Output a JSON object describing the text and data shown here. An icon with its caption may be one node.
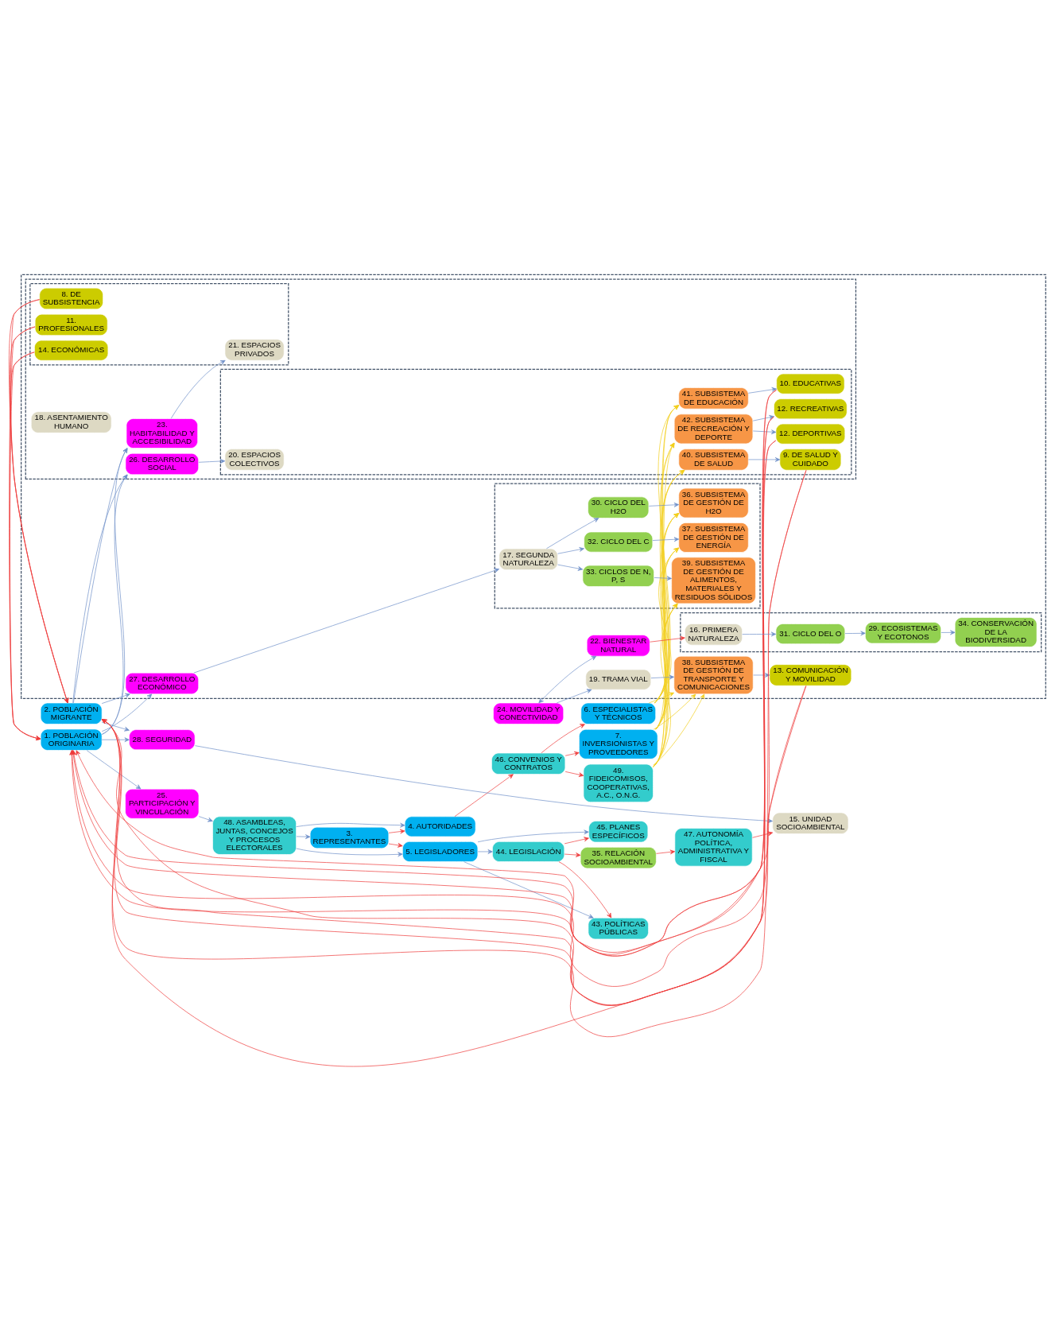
{
  "diagram": {
    "nodes": [
      {
        "text": [
          "1. POBLACIÓN ORIGINARIA"
        ]
      },
      {
        "text": [
          "2. POBLACIÓN MIGRANTE"
        ]
      },
      {
        "text": [
          "3. REPRESENTANTES"
        ]
      },
      {
        "text": [
          "4. AUTORIDADES"
        ]
      },
      {
        "text": [
          "5. LEGISLADORES"
        ]
      },
      {
        "text": [
          "6. ESPECIALISTAS Y TÉCNICOS"
        ]
      },
      {
        "text": [
          "7. INVERSIONISTAS Y PROVEEDORES"
        ]
      },
      {
        "text": [
          "46. CONVENIOS Y CONTRATOS"
        ]
      },
      {
        "text": [
          "49. FIDEICOMISOS, COOPERATIVAS, A.C., O.N.G."
        ]
      },
      {
        "text": [
          "48. ASAMBLEAS, JUNTAS, CONCEJOS Y PROCESOS ELECTORALES"
        ]
      },
      {
        "text": [
          "25. PARTICIPACIÓN Y VINCULACIÓN"
        ]
      },
      {
        "text": [
          "44. LEGISLACIÓN"
        ]
      },
      {
        "text": [
          "43. POLÍTICAS PÚBLICAS"
        ]
      },
      {
        "text": [
          "45. PLANES ESPECÍFICOS"
        ]
      },
      {
        "text": [
          "35. RELACIÓN SOCIOAMBIENTAL"
        ]
      },
      {
        "text": [
          "47. AUTONOMÍA POLÍTICA, ADMINISTRATIVA Y FISCAL"
        ]
      },
      {
        "text": [
          "28. SEGURIDAD"
        ]
      },
      {
        "text": [
          "15. UNIDAD SOCIOAMBIENTAL"
        ]
      },
      {
        "text": [
          "24. MOVILIDAD Y CONECTIVIDAD"
        ]
      },
      {
        "text": [],
        "shape": "box"
      },
      {
        "text": [
          "38. SUBSISTEMA DE GESTIÓN DE TRANSPORTE Y COMUNICACIONES"
        ],
        "in": 19
      },
      {
        "text": [
          "13. COMUNICACIÓN Y MOVILIDAD"
        ],
        "in": 19
      },
      {
        "text": [],
        "shape": "box",
        "in": 19
      },
      {
        "text": [
          "26. DESARROLLO SOCIAL"
        ],
        "in": 22
      },
      {
        "text": [
          "23. HABITABILIDAD Y ACCESIBILIDAD"
        ],
        "in": 22
      },
      {
        "text": [],
        "shape": "box",
        "in": 22
      },
      {
        "text": [
          "42. SUBSISTEMA DE RECREACIÓN Y DEPORTE"
        ],
        "in": 25
      },
      {
        "text": [
          "12. DEPORTIVAS"
        ],
        "in": 25
      },
      {
        "text": [
          "12. RECREATIVAS"
        ],
        "in": 25
      },
      {
        "text": [
          "40. SUBSISTEMA DE SALUD"
        ],
        "in": 25
      },
      {
        "text": [
          "9. DE SALUD Y CUIDADO"
        ],
        "in": 25
      },
      {
        "text": [
          "41. SUBSISTEMA DE EDUCACIÓN"
        ],
        "in": 25
      },
      {
        "text": [
          "10. EDUCATIVAS"
        ],
        "in": 25
      },
      {
        "text": [],
        "shape": "box",
        "in": 22
      },
      {
        "text": [
          "8. DE SUBSISTENCIA"
        ],
        "in": 33
      },
      {
        "text": [
          "11. PROFESIONALES"
        ],
        "in": 33
      },
      {
        "text": [
          "14. ECONÓMICAS"
        ],
        "in": 33
      },
      {
        "text": [
          "27. DESARROLLO ECONÓMICO"
        ],
        "in": 19
      },
      {
        "text": [],
        "shape": "box",
        "in": 19
      },
      {
        "text": [
          "33. CICLOS DE N, P, S"
        ],
        "in": 38
      },
      {
        "text": [
          "39. SUBSISTEMA DE GESTIÓN DE ALIMENTOS, MATERIALES Y RESIDUOS SÓLIDOS"
        ],
        "in": 38
      },
      {
        "text": [
          "32. CICLO DEL C"
        ],
        "in": 38
      },
      {
        "text": [
          "37. SUBSISTEMA DE GESTIÓN DE ENERGÍA"
        ],
        "in": 38
      },
      {
        "text": [
          "30. CICLO DEL H2O"
        ],
        "in": 38
      },
      {
        "text": [
          "36. SUBSISTEMA DE GESTIÓN DE H2O"
        ],
        "in": 38
      },
      {
        "text": [
          "22. BIENESTAR NATURAL"
        ],
        "in": 19
      },
      {
        "text": [],
        "shape": "box",
        "in": 19
      },
      {
        "text": [
          "31. CICLO DEL O"
        ],
        "in": 46
      },
      {
        "text": [
          "29. ECOSISTEMAS Y ECOTONOS"
        ],
        "in": 46
      },
      {
        "text": [
          "34. CONSERVACIÓN DE LA BIODIVERSIDAD"
        ],
        "in": 46
      },
      {
        "text": [
          "19. TRAMA VIAL"
        ],
        "in": 19
      },
      {
        "text": [
          "18. ASENTAMIENTO HUMANO"
        ],
        "in": 22
      },
      {
        "text": [
          "20. ESPACIOS COLECTIVOS"
        ],
        "in": 25
      },
      {
        "text": [
          "21. ESPACIOS PRIVADOS"
        ],
        "in": 33
      },
      {
        "text": [
          "17. SEGUNDA NATURALEZA"
        ],
        "in": 38
      },
      {
        "text": [
          "16. PRIMERA NATURALEZA"
        ],
        "in": 46
      }
    ],
    "edges": [
      {
        "from": 0,
        "to": 10,
        "arrow": "to"
      },
      {
        "from": 10,
        "to": 9,
        "arrow": "to"
      },
      {
        "from": 9,
        "to": 2,
        "arrow": "to"
      },
      {
        "from": 9,
        "to": 3,
        "arrow": "to"
      },
      {
        "from": 9,
        "to": 4,
        "arrow": "to"
      },
      {
        "from": 2,
        "to": 3,
        "arrow": "to",
        "color": "#ee3b3b"
      },
      {
        "from": 2,
        "to": 4,
        "arrow": "to",
        "color": "#ee3b3b"
      },
      {
        "from": 3,
        "to": 7,
        "arrow": "to",
        "color": "#ee3b3b"
      },
      {
        "from": 7,
        "to": 8,
        "arrow": "to",
        "color": "#ee3b3b"
      },
      {
        "from": 7,
        "to": 5,
        "arrow": "to",
        "color": "#ee3b3b"
      },
      {
        "from": 7,
        "to": 6,
        "arrow": "to",
        "color": "#ee3b3b"
      },
      {
        "from": 4,
        "to": 11,
        "arrow": "to"
      },
      {
        "from": 4,
        "to": 12,
        "arrow": "to"
      },
      {
        "from": 4,
        "to": 13,
        "arrow": "to"
      },
      {
        "from": 11,
        "to": 12,
        "arrow": "to",
        "color": "#ee3b3b"
      },
      {
        "from": 11,
        "to": 13,
        "arrow": "to",
        "color": "#ee3b3b"
      },
      {
        "from": 11,
        "to": 14,
        "arrow": "to",
        "color": "#ee3b3b"
      },
      {
        "from": 14,
        "to": 15,
        "arrow": "to",
        "color": "#ee3b3b"
      },
      {
        "from": 15,
        "to": 17,
        "arrow": "to",
        "color": "#ee3b3b"
      },
      {
        "from": 0,
        "to": 37,
        "arrow": "to"
      },
      {
        "from": 0,
        "to": 24,
        "arrow": "to"
      },
      {
        "from": 0,
        "to": 23,
        "arrow": "to"
      },
      {
        "from": 0,
        "to": 16,
        "arrow": "to"
      },
      {
        "from": 1,
        "to": 37,
        "arrow": "to"
      },
      {
        "from": 1,
        "to": 24,
        "arrow": "to"
      },
      {
        "from": 1,
        "to": 23,
        "arrow": "to"
      },
      {
        "from": 1,
        "to": 16,
        "arrow": "to"
      },
      {
        "from": 16,
        "to": 17,
        "arrow": "to"
      },
      {
        "from": 18,
        "to": 45,
        "arrow": "both"
      },
      {
        "from": 18,
        "to": 50,
        "arrow": "to"
      },
      {
        "from": 50,
        "to": 20,
        "arrow": "to"
      },
      {
        "from": 20,
        "to": 21,
        "arrow": "to"
      },
      {
        "from": 23,
        "to": 52,
        "arrow": "to"
      },
      {
        "from": 24,
        "to": 53,
        "arrow": "to"
      },
      {
        "from": 26,
        "to": 27,
        "arrow": "to"
      },
      {
        "from": 26,
        "to": 28,
        "arrow": "to"
      },
      {
        "from": 29,
        "to": 30,
        "arrow": "to"
      },
      {
        "from": 31,
        "to": 32,
        "arrow": "to"
      },
      {
        "from": 37,
        "to": 54,
        "arrow": "to"
      },
      {
        "from": 54,
        "to": 39,
        "arrow": "to"
      },
      {
        "from": 54,
        "to": 41,
        "arrow": "to"
      },
      {
        "from": 54,
        "to": 43,
        "arrow": "to"
      },
      {
        "from": 39,
        "to": 40,
        "arrow": "to"
      },
      {
        "from": 41,
        "to": 42,
        "arrow": "to"
      },
      {
        "from": 43,
        "to": 44,
        "arrow": "to"
      },
      {
        "from": 45,
        "to": 55,
        "arrow": "to",
        "color": "#ee3b3b"
      },
      {
        "from": 55,
        "to": 47,
        "arrow": "to"
      },
      {
        "from": 47,
        "to": 48,
        "arrow": "to"
      },
      {
        "from": 48,
        "to": 49,
        "arrow": "to"
      },
      {
        "from": 27,
        "to": 0,
        "arrow": "to",
        "color": "#ee3b3b"
      },
      {
        "from": 27,
        "to": 1,
        "arrow": "to",
        "color": "#ee3b3b"
      },
      {
        "from": 28,
        "to": 0,
        "arrow": "to",
        "color": "#ee3b3b"
      },
      {
        "from": 28,
        "to": 1,
        "arrow": "to",
        "color": "#ee3b3b"
      },
      {
        "from": 30,
        "to": 0,
        "arrow": "to",
        "color": "#ee3b3b"
      },
      {
        "from": 30,
        "to": 1,
        "arrow": "to",
        "color": "#ee3b3b"
      },
      {
        "from": 32,
        "to": 0,
        "arrow": "to",
        "color": "#ee3b3b"
      },
      {
        "from": 32,
        "to": 1,
        "arrow": "to",
        "color": "#ee3b3b"
      },
      {
        "from": 34,
        "to": 0,
        "arrow": "to",
        "color": "#ee3b3b"
      },
      {
        "from": 34,
        "to": 1,
        "arrow": "to",
        "color": "#ee3b3b"
      },
      {
        "from": 35,
        "to": 0,
        "arrow": "to",
        "color": "#ee3b3b"
      },
      {
        "from": 35,
        "to": 1,
        "arrow": "to",
        "color": "#ee3b3b"
      },
      {
        "from": 36,
        "to": 0,
        "arrow": "to",
        "color": "#ee3b3b"
      },
      {
        "from": 36,
        "to": 1,
        "arrow": "to",
        "color": "#ee3b3b"
      },
      {
        "from": 21,
        "to": 0,
        "arrow": "to",
        "color": "#ee3b3b"
      },
      {
        "from": 21,
        "to": 1,
        "arrow": "to",
        "color": "#ee3b3b"
      },
      {
        "from": 8,
        "to": 20,
        "arrow": "to",
        "color": "#f2cf1d"
      },
      {
        "from": 8,
        "to": 26,
        "arrow": "to",
        "color": "#f2cf1d"
      },
      {
        "from": 8,
        "to": 29,
        "arrow": "to",
        "color": "#f2cf1d"
      },
      {
        "from": 8,
        "to": 31,
        "arrow": "to",
        "color": "#f2cf1d"
      },
      {
        "from": 8,
        "to": 40,
        "arrow": "to",
        "color": "#f2cf1d"
      },
      {
        "from": 8,
        "to": 42,
        "arrow": "to",
        "color": "#f2cf1d"
      },
      {
        "from": 8,
        "to": 44,
        "arrow": "to",
        "color": "#f2cf1d"
      },
      {
        "from": 5,
        "to": 20,
        "arrow": "to",
        "color": "#f2cf1d"
      },
      {
        "from": 5,
        "to": 26,
        "arrow": "to",
        "color": "#f2cf1d"
      },
      {
        "from": 5,
        "to": 29,
        "arrow": "to",
        "color": "#f2cf1d"
      },
      {
        "from": 5,
        "to": 31,
        "arrow": "to",
        "color": "#f2cf1d"
      },
      {
        "from": 5,
        "to": 40,
        "arrow": "to",
        "color": "#f2cf1d"
      },
      {
        "from": 5,
        "to": 42,
        "arrow": "to",
        "color": "#f2cf1d"
      },
      {
        "from": 5,
        "to": 44,
        "arrow": "to",
        "color": "#f2cf1d"
      },
      {
        "from": 6,
        "to": 20,
        "arrow": "to",
        "color": "#f2cf1d"
      },
      {
        "from": 6,
        "to": 26,
        "arrow": "to",
        "color": "#f2cf1d"
      },
      {
        "from": 6,
        "to": 29,
        "arrow": "to",
        "color": "#f2cf1d"
      },
      {
        "from": 6,
        "to": 31,
        "arrow": "to",
        "color": "#f2cf1d"
      },
      {
        "from": 6,
        "to": 40,
        "arrow": "to",
        "color": "#f2cf1d"
      },
      {
        "from": 6,
        "to": 42,
        "arrow": "to",
        "color": "#f2cf1d"
      },
      {
        "from": 6,
        "to": 44,
        "arrow": "to",
        "color": "#f2cf1d"
      }
    ]
  }
}
